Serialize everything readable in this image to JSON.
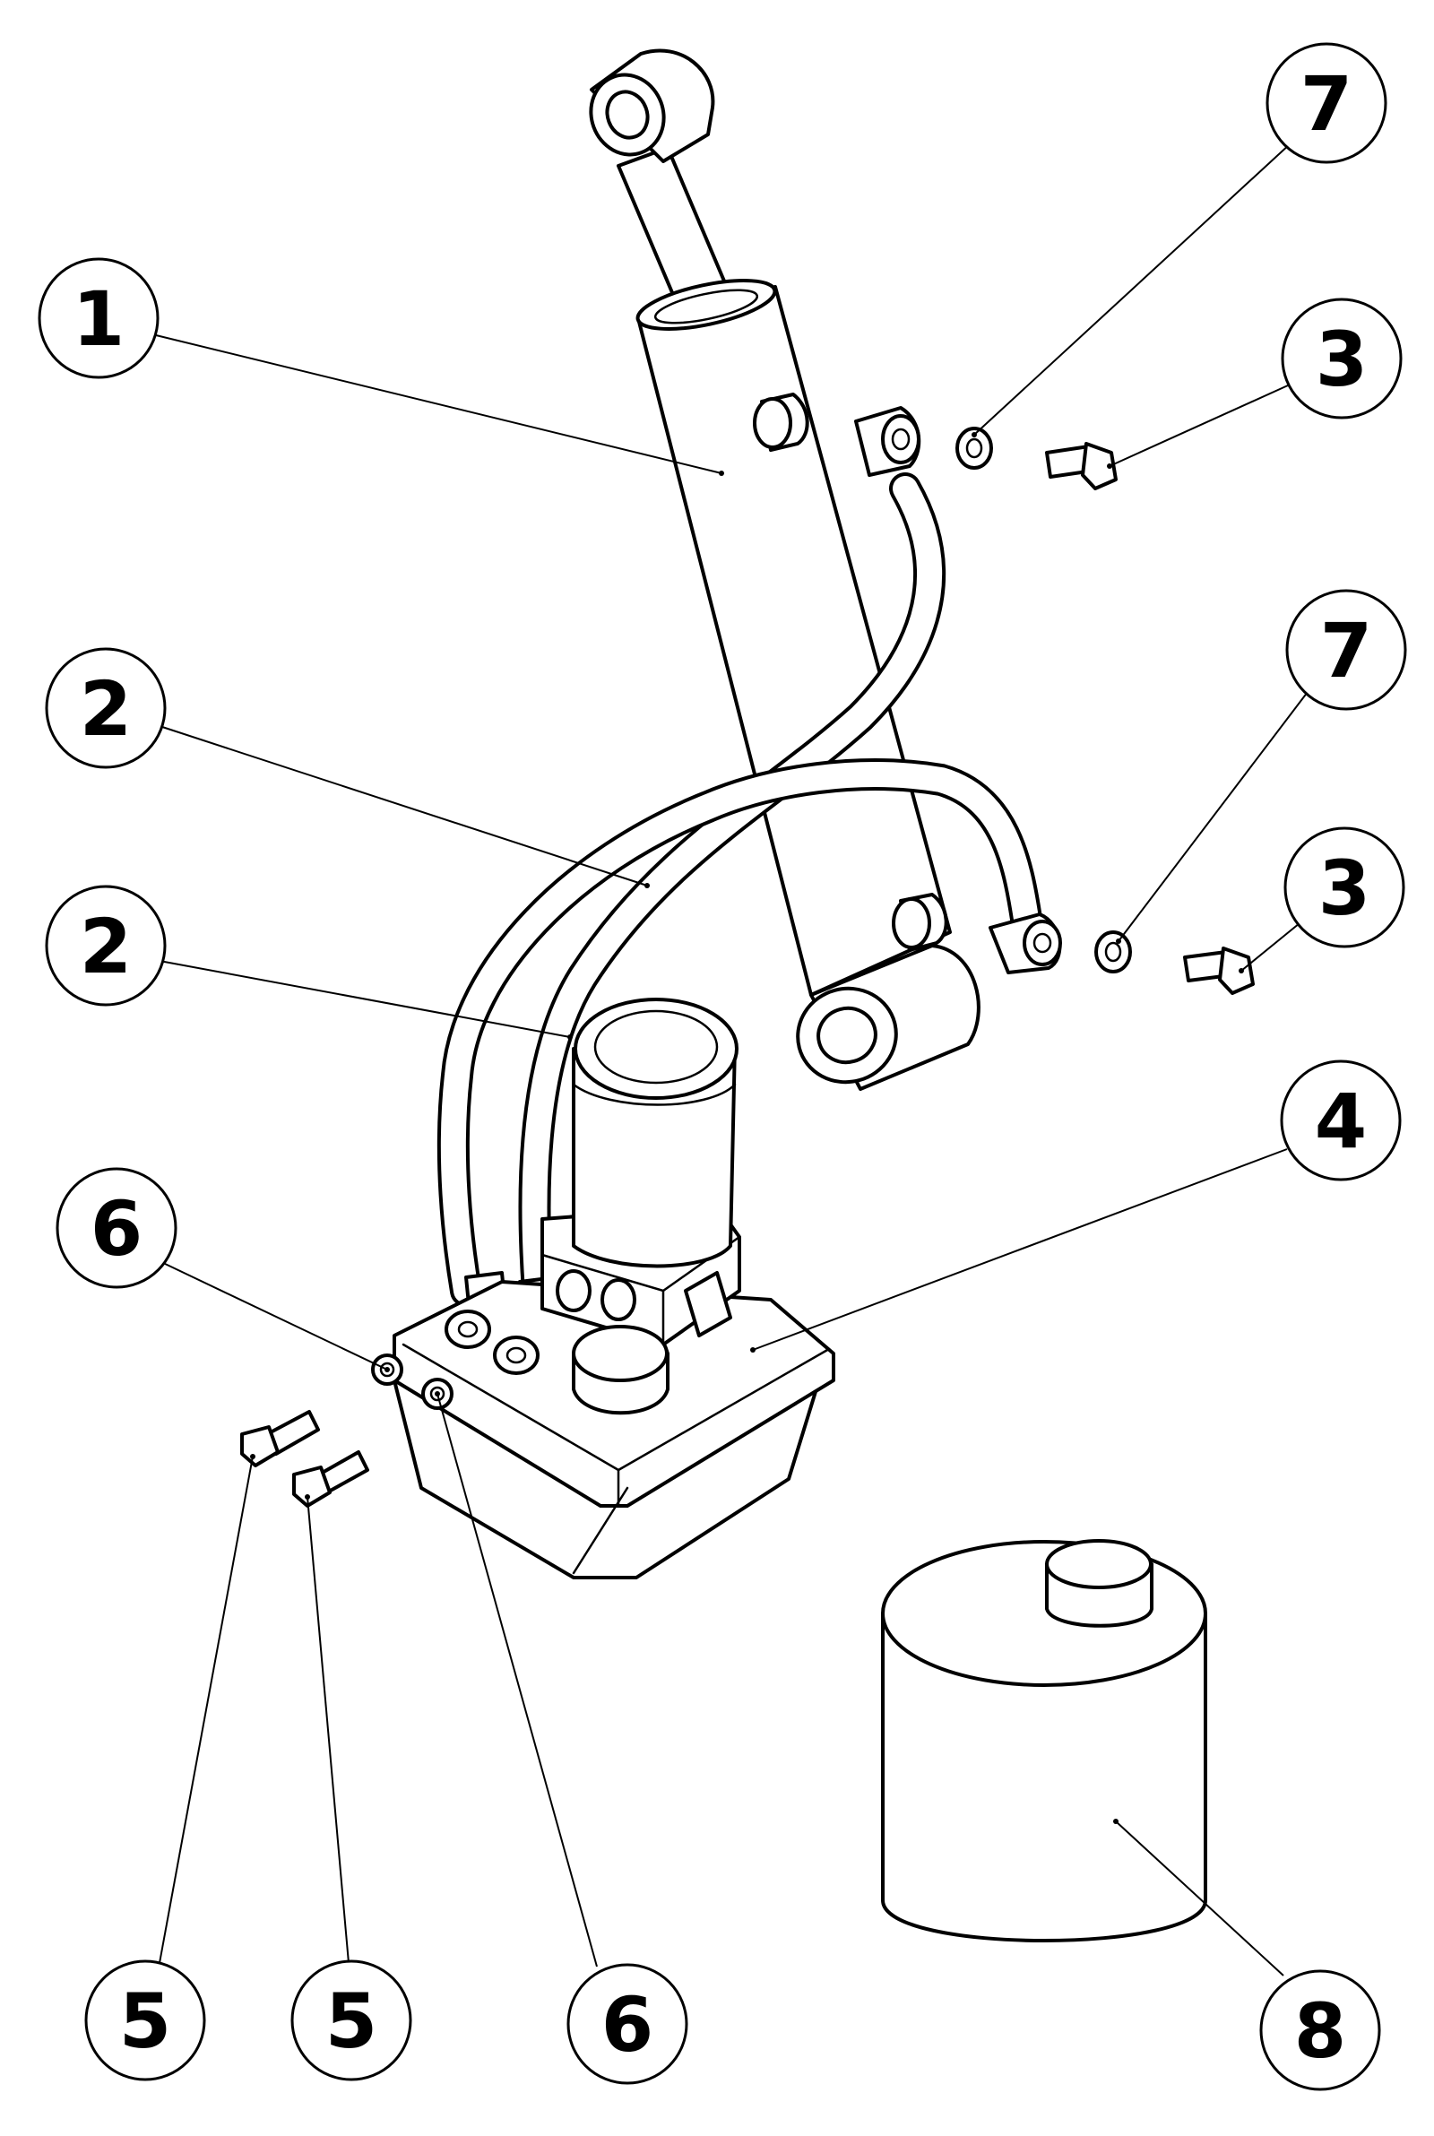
{
  "callouts": {
    "c1": "1",
    "c2a": "2",
    "c2b": "2",
    "c3a": "3",
    "c3b": "3",
    "c4": "4",
    "c5a": "5",
    "c5b": "5",
    "c6a": "6",
    "c6b": "6",
    "c7a": "7",
    "c7b": "7",
    "c8": "8"
  },
  "colors": {
    "line": "#000000",
    "background": "#ffffff"
  }
}
